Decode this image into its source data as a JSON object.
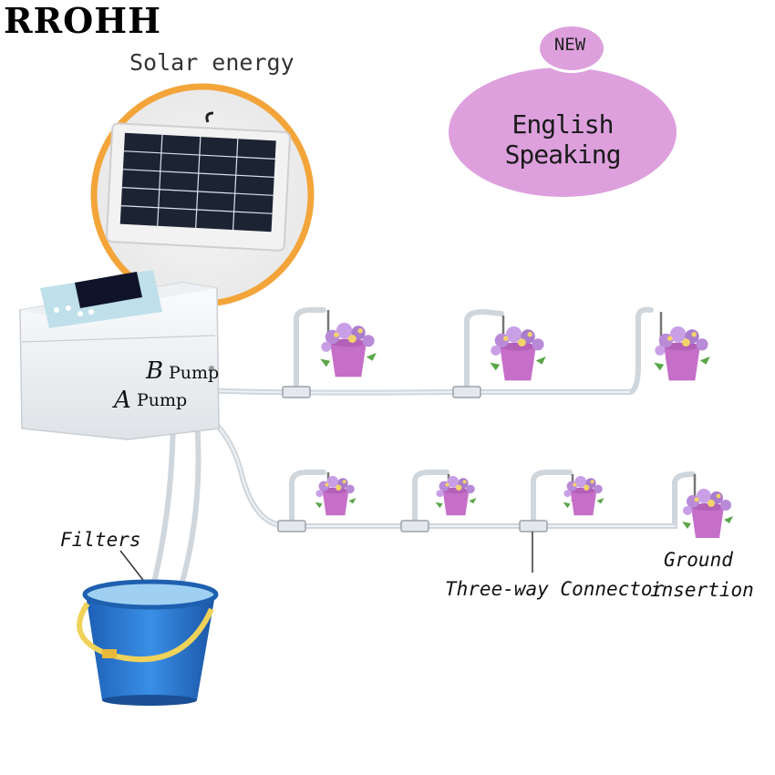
{
  "brand": "RROHH",
  "labels": {
    "solar": "Solar energy",
    "filters": "Filters",
    "connector": "Three-way Connector",
    "ground_line1": "Ground",
    "ground_line2": "insertion",
    "pump_b_letter": "B",
    "pump_a_letter": "A",
    "pump_word": "Pump"
  },
  "badge": {
    "small": "NEW",
    "main": "English Speaking"
  },
  "colors": {
    "badge": "#dda0dd",
    "ring": "#f3a53a",
    "bucket": "#2f7fd6",
    "handle": "#f0d25a",
    "pot": "#c56fc8",
    "flower": "#b98ad8",
    "leaf": "#5aa64a",
    "device": "#f4f6f8",
    "panel_screen": "#10142a"
  }
}
